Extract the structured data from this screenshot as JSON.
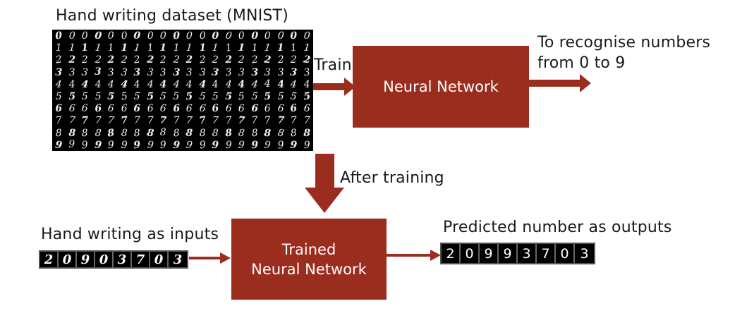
{
  "diagram": {
    "dataset_title": "Hand writing dataset (MNIST)",
    "train_label": "Train",
    "nn_box_label": "Neural Network",
    "output_label_line1": "To recognise numbers",
    "output_label_line2": "from 0 to 9",
    "after_training_label": "After training",
    "inputs_label": "Hand writing as inputs",
    "trained_box_line1": "Trained",
    "trained_box_line2": "Neural Network",
    "outputs_label": "Predicted number as outputs",
    "input_digits": [
      "2",
      "0",
      "9",
      "0",
      "3",
      "7",
      "0",
      "3"
    ],
    "predicted_digits": [
      "2",
      "0",
      "9",
      "9",
      "3",
      "7",
      "0",
      "3"
    ],
    "mnist_rows": [
      "00000000000000000000",
      "11111111111111111111",
      "22222222222222222222",
      "33333333333333333333",
      "44444444444444444444",
      "55555555555555555555",
      "66666666666666666666",
      "77777777777777777777",
      "88888888888888888888",
      "99999999999999999999"
    ],
    "colors": {
      "box_fill": "#9b2d1f",
      "arrow_fill": "#9b2d1f",
      "text": "#1a1a1a"
    }
  }
}
